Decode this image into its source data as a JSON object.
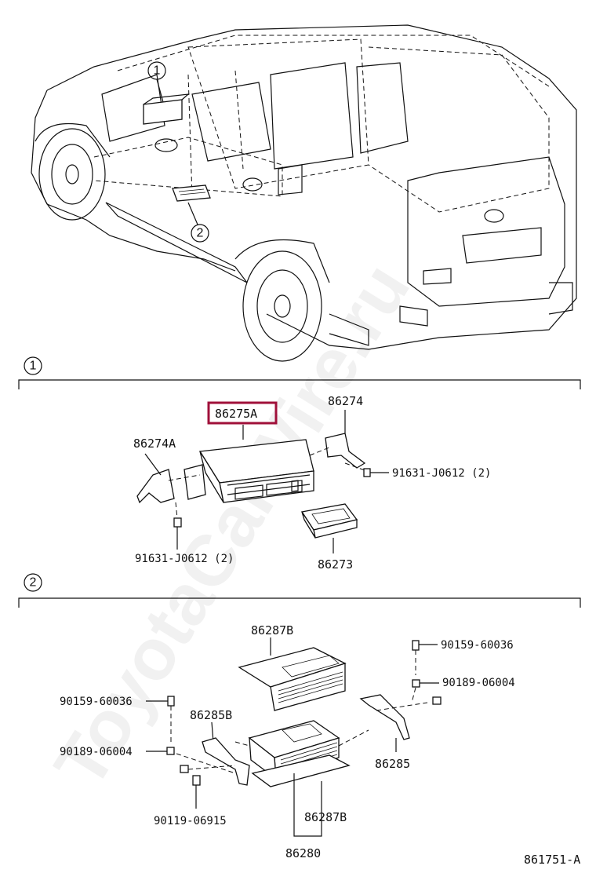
{
  "watermark": "ToyotaCarWire.ru",
  "callouts": {
    "c1": "1",
    "c2": "2"
  },
  "section1": {
    "marker": "1",
    "parts": {
      "highlighted": "86275A",
      "bracket_right": "86274",
      "bracket_left": "86274A",
      "screw_right": "91631-J0612 (2)",
      "screw_left": "91631-J0612 (2)",
      "module": "86273"
    },
    "highlight_color": "#a0103a"
  },
  "section2": {
    "marker": "2",
    "parts": {
      "cover": "86287B",
      "bolt_top_right": "90159-60036",
      "nut_right": "90189-06004",
      "bolt_left": "90159-60036",
      "bracket_left": "86285B",
      "nut_left": "90189-06004",
      "bracket_right": "86285",
      "screw_bottom": "90119-06915",
      "cover_bottom": "86287B",
      "amplifier": "86280"
    }
  },
  "figure_code": "861751-A"
}
